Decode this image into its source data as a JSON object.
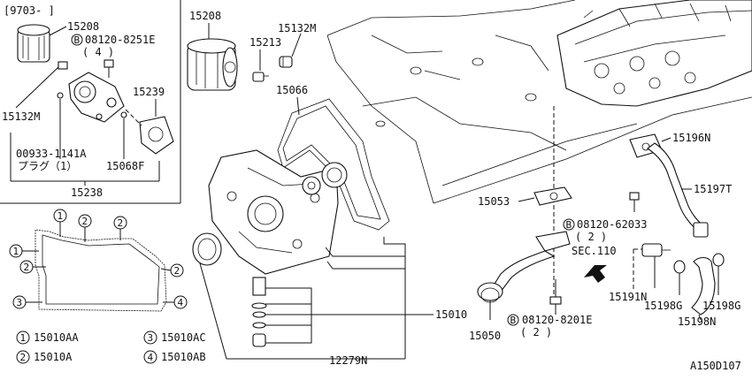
{
  "inset_title": "[9703-    ]",
  "callouts": {
    "p15208_inset": "15208",
    "bolt_inset": "08120-8251E",
    "bolt_inset_qty": "( 4 )",
    "p15239": "15239",
    "p15132m_inset": "15132M",
    "plug_num": "00933-1141A",
    "plug_jp": "プラグ（1）",
    "p15068f": "15068F",
    "p15238": "15238",
    "p15208": "15208",
    "p15213": "15213",
    "p15132m": "15132M",
    "p15066": "15066",
    "p15053": "15053",
    "bolt_620": "08120-62033",
    "bolt_620_qty": "( 2 )",
    "sec110": "SEC.110",
    "p15196n": "15196N",
    "p15197t": "15197T",
    "p15191n": "15191N",
    "p15198g_a": "15198G",
    "p15198g_b": "15198G",
    "p15198n": "15198N",
    "p15010": "15010",
    "p15050": "15050",
    "bolt_820": "08120-8201E",
    "bolt_820_qty": "( 2 )",
    "p12279n": "12279N",
    "drawing_code": "A150D107"
  },
  "legend": [
    {
      "num": "1",
      "code": "15010AA"
    },
    {
      "num": "2",
      "code": "15010A"
    },
    {
      "num": "3",
      "code": "15010AC"
    },
    {
      "num": "4",
      "code": "15010AB"
    }
  ],
  "bolt_symbol": "B",
  "gasket_markers": [
    "1",
    "2",
    "2",
    "1",
    "2",
    "2",
    "3",
    "4"
  ]
}
